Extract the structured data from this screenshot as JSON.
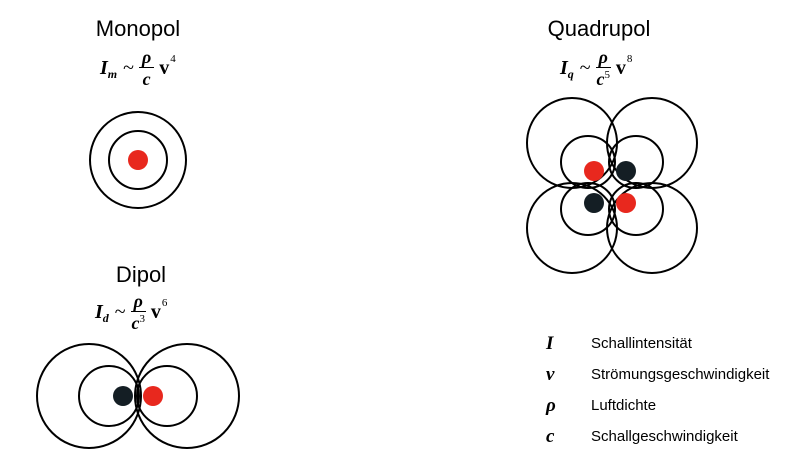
{
  "monopol": {
    "title": "Monopol",
    "formula": {
      "symbol": "I",
      "subscript": "m",
      "numerator": "ρ",
      "denominator": "c",
      "denominator_power": "",
      "variable": "v",
      "variable_power": "4"
    }
  },
  "dipol": {
    "title": "Dipol",
    "formula": {
      "symbol": "I",
      "subscript": "d",
      "numerator": "ρ",
      "denominator": "c",
      "denominator_power": "3",
      "variable": "v",
      "variable_power": "6"
    }
  },
  "quadrupol": {
    "title": "Quadrupol",
    "formula": {
      "symbol": "I",
      "subscript": "q",
      "numerator": "ρ",
      "denominator": "c",
      "denominator_power": "5",
      "variable": "v",
      "variable_power": "8"
    }
  },
  "tilde": "~",
  "legend": [
    {
      "symbol": "I",
      "label": "Schallintensität"
    },
    {
      "symbol": "v",
      "label": "Strömungsgeschwindigkeit"
    },
    {
      "symbol": "ρ",
      "label": "Luftdichte"
    },
    {
      "symbol": "c",
      "label": "Schallgeschwindigkeit"
    }
  ],
  "colors": {
    "red_source": "#e8281e",
    "dark_source": "#141e24",
    "outline": "#000000"
  }
}
